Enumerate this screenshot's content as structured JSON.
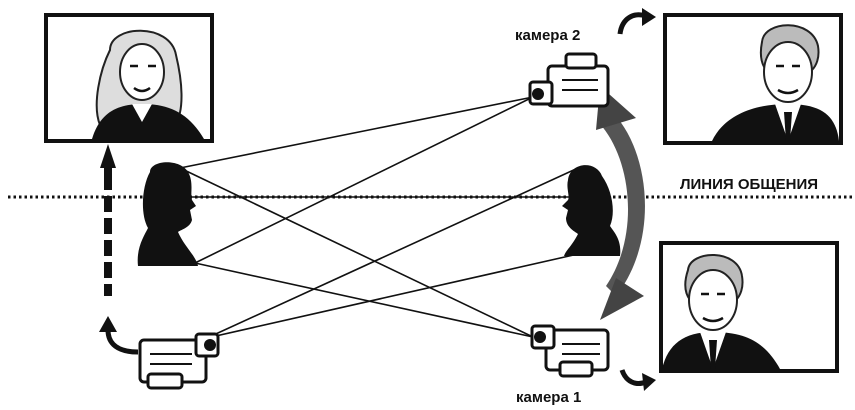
{
  "labels": {
    "camera_2": "камера 2",
    "camera_1": "камера 1",
    "line_of_interest": "ЛИНИЯ ОБЩЕНИЯ"
  },
  "colors": {
    "ink": "#111111",
    "paper": "#ffffff",
    "shade": "#5a5a5a"
  },
  "icons": [
    "tv-screen-woman",
    "tv-screen-man",
    "camera-icon",
    "head-silhouette-icon",
    "curved-arrow-icon",
    "dashed-arrow-icon"
  ]
}
